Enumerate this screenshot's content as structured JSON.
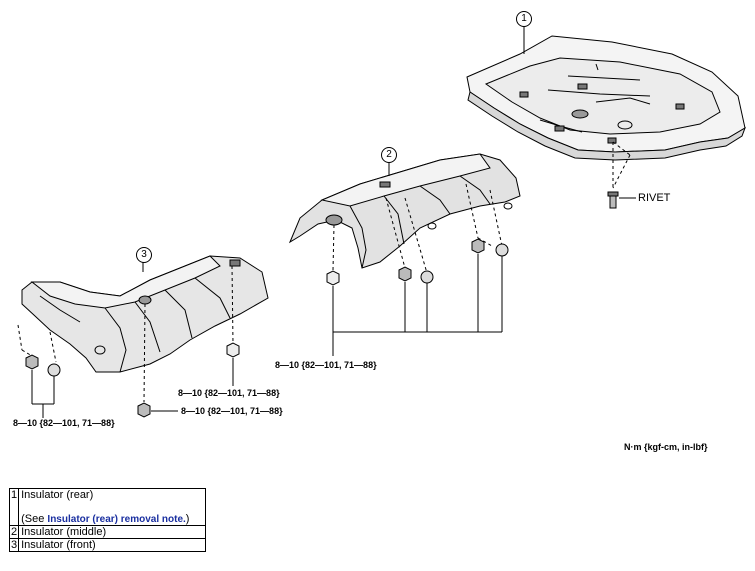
{
  "callouts": [
    "1",
    "2",
    "3"
  ],
  "rivet_label": "RIVET",
  "torque_labels": {
    "middle": "8—10 {82—101, 71—88}",
    "front_upper": "8—10 {82—101, 71—88}",
    "front_lower": "8—10 {82—101, 71—88}",
    "front_left": "8—10 {82—101, 71—88}"
  },
  "unit_label": "N·m {kgf-cm, in-lbf}",
  "parts": [
    {
      "num": "1",
      "name": "Insulator (rear)",
      "note_prefix": "(See ",
      "note_link": "Insulator (rear) removal note.",
      "note_suffix": ")"
    },
    {
      "num": "2",
      "name": "Insulator (middle)"
    },
    {
      "num": "3",
      "name": "Insulator (front)"
    }
  ]
}
